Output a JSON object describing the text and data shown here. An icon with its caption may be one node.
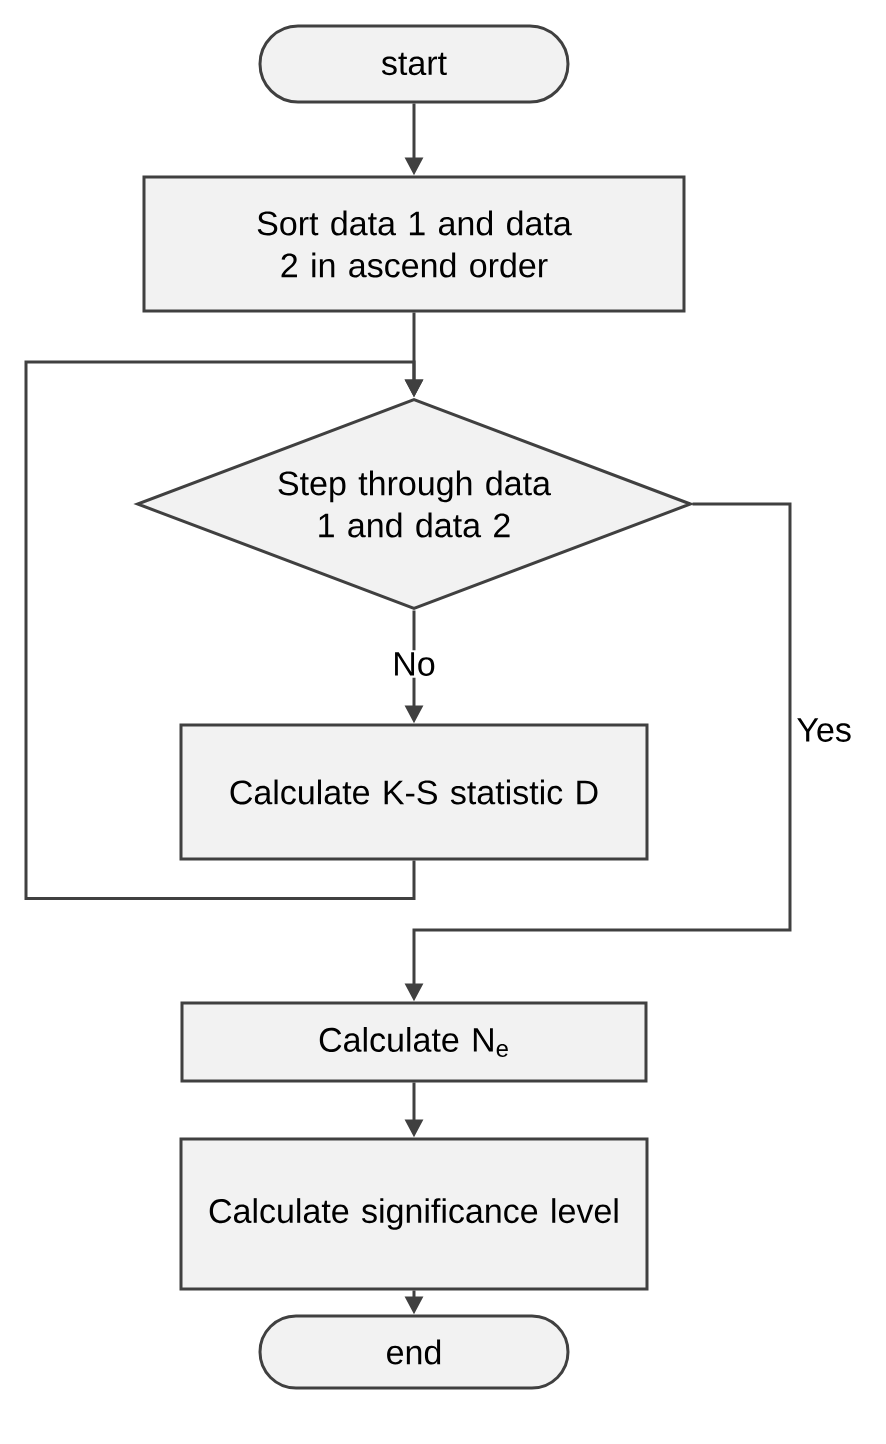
{
  "diagram": {
    "nodes": [
      {
        "text": [
          "start"
        ]
      },
      {
        "text": [
          "Sort data 1 and data 2 in ascend order"
        ]
      },
      {
        "text": [
          "Step through data 1 and data 2"
        ]
      },
      {
        "text": [
          "Calculate K-S statistic D"
        ]
      },
      {
        "text": [
          "Calculate N$_{e}$"
        ]
      },
      {
        "text": [
          "Calculate significance level"
        ]
      },
      {
        "text": [
          "end"
        ]
      }
    ],
    "edges": [
      {
        "from": 0,
        "to": 1,
        "arrow": "to"
      },
      {
        "from": 1,
        "to": 2,
        "arrow": "to"
      },
      {
        "from": 2,
        "to": 3,
        "arrow": "to",
        "label": "No"
      },
      {
        "from": 3,
        "to": 2,
        "arrow": "to"
      },
      {
        "from": 2,
        "to": 4,
        "arrow": "to",
        "label": "Yes"
      },
      {
        "from": 4,
        "to": 5,
        "arrow": "to"
      },
      {
        "from": 5,
        "to": 6,
        "arrow": "to"
      }
    ]
  }
}
